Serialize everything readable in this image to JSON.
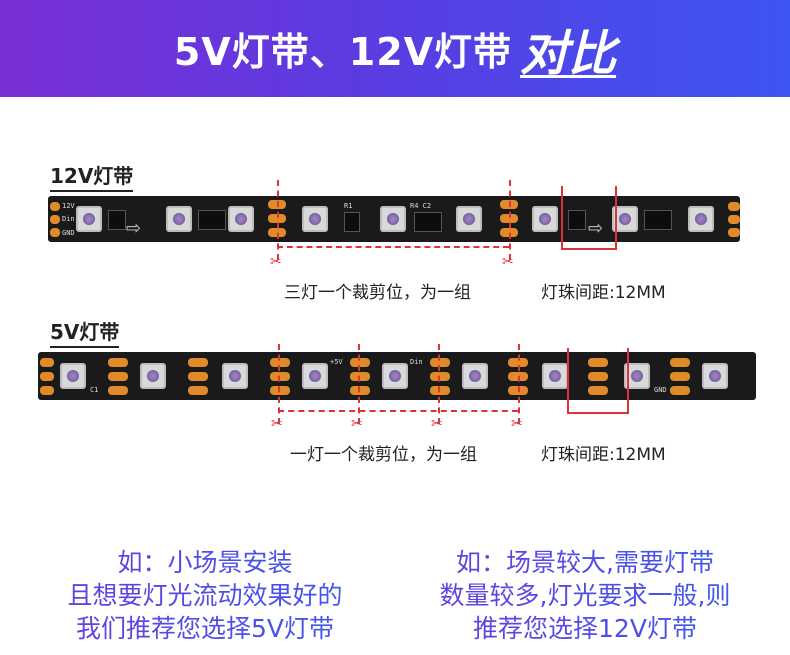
{
  "banner": {
    "title_main": "5V灯带、12V灯带",
    "title_emphasis": "对比"
  },
  "strip12": {
    "label": "12V灯带",
    "cut_caption": "三灯一个裁剪位，为一组",
    "spacing_caption": "灯珠间距:12MM",
    "silk_12v": "12V",
    "silk_din": "Din",
    "silk_gnd": "GND",
    "silk_r1": "R1",
    "silk_r4c2": "R4 C2"
  },
  "strip5": {
    "label": "5V灯带",
    "cut_caption": "一灯一个裁剪位，为一组",
    "spacing_caption": "灯珠间距:12MM",
    "silk_5v": "+5V",
    "silk_din": "Din",
    "silk_gnd": "GND",
    "silk_c1": "C1"
  },
  "advice_left": {
    "line1": "如：小场景安装",
    "line2": "且想要灯光流动效果好的",
    "line3": "我们推荐您选择5V灯带"
  },
  "advice_right": {
    "line1": "如：场景较大,需要灯带",
    "line2": "数量较多,灯光要求一般,则",
    "line3": "推荐您选择12V灯带"
  },
  "icons": {
    "scissors": "scissors-icon",
    "direction": "arrow-right-icon"
  },
  "colors": {
    "banner_start": "#7a2fd6",
    "banner_end": "#3d55f2",
    "cut_mark": "#e0303a",
    "pad": "#e08a2a",
    "strip": "#1a1a1a"
  }
}
